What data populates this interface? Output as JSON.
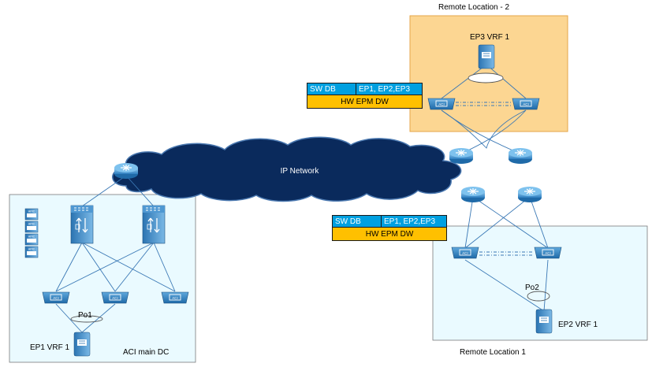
{
  "remote2": {
    "title": "Remote Location - 2",
    "ep": "EP3 VRF 1"
  },
  "remote1": {
    "title": "Remote Location 1",
    "ep": "EP2 VRF 1",
    "po": "Po2"
  },
  "main_dc": {
    "title": "ACI main DC",
    "ep": "EP1 VRF 1",
    "po": "Po1"
  },
  "cloud": {
    "label": "IP Network"
  },
  "table_top": {
    "c1": "SW DB",
    "c2": "EP1, EP2,EP3",
    "bottom": "HW EPM DW"
  },
  "table_mid": {
    "c1": "SW DB",
    "c2": "EP1, EP2,EP3",
    "bottom": "HW EPM DW"
  },
  "icon_text": {
    "aci": "ACI",
    "apic": "APIC"
  },
  "colors": {
    "site_fill": "#eafaff",
    "remote2_fill": "#fcd692",
    "cloud": "#0a2a5c",
    "device": "#2f7fbf",
    "header_blue": "#00a0e0",
    "header_orange": "#ffc000"
  }
}
